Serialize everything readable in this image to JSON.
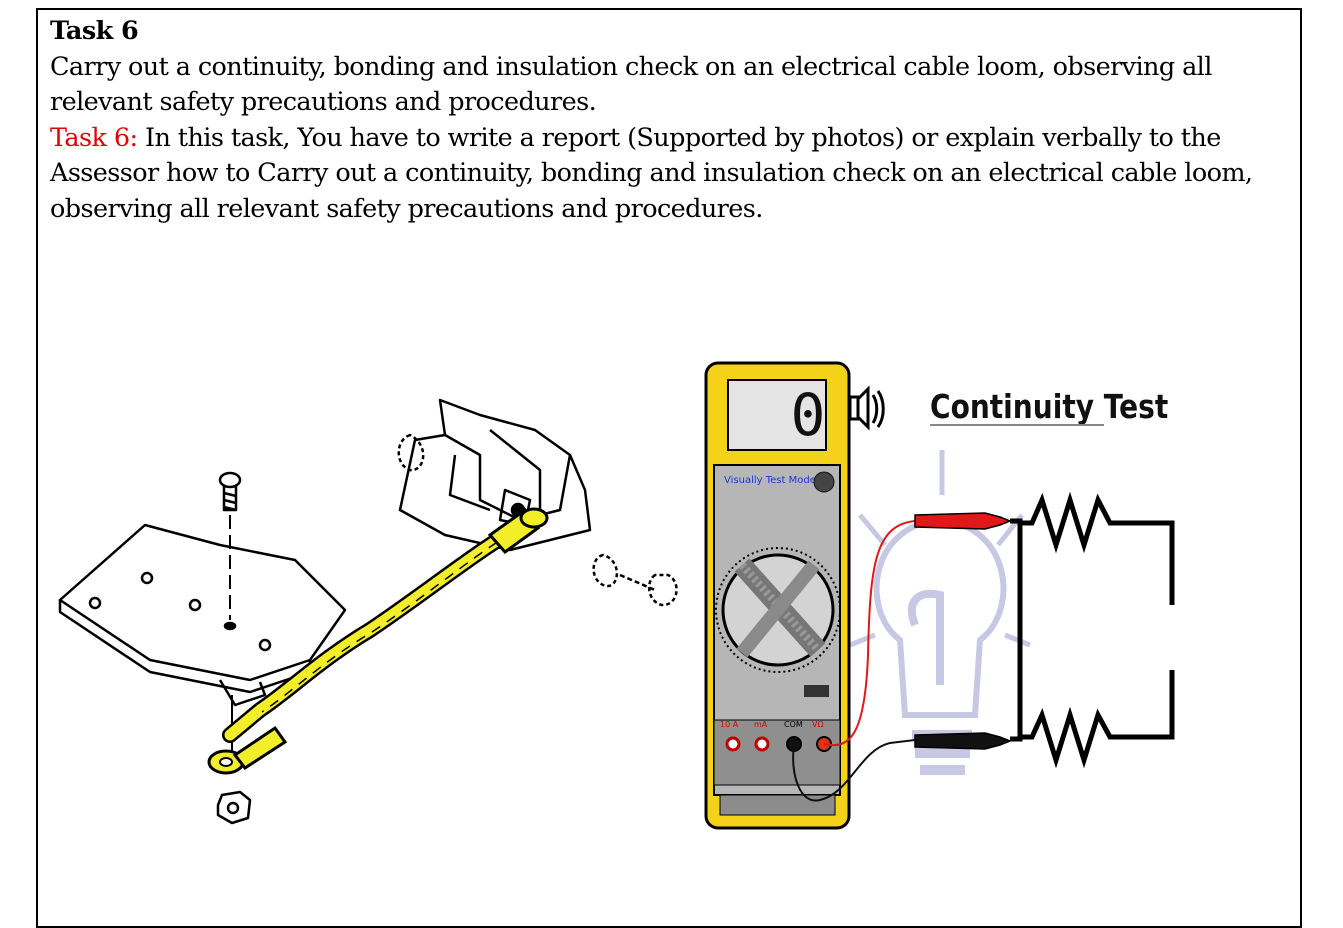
{
  "task": {
    "heading": "Task 6",
    "description": "Carry out a continuity, bonding and insulation check on an electrical cable loom, observing all relevant safety precautions and procedures.",
    "instruction_label": "Task 6:",
    "instruction_text": " In this task, You have to write a report (Supported by photos) or explain verbally to the Assessor how to Carry out a continuity, bonding and insulation check on an electrical cable loom, observing all relevant safety precautions and procedures."
  },
  "figure_right": {
    "title": "Continuity Test",
    "meter_mode_label": "Visually Test Mode",
    "display_value": "0",
    "jack_labels": [
      "10 A",
      "mA",
      "COM",
      "VΩ"
    ]
  },
  "colors": {
    "meter_body": "#f4d21a",
    "cable": "#f2ee2a",
    "probe_red": "#e01818",
    "label_red": "#e00000"
  }
}
